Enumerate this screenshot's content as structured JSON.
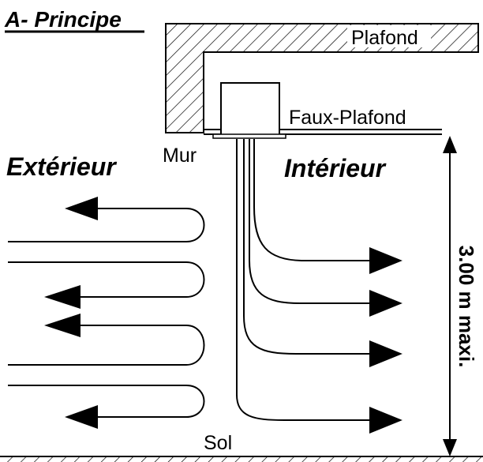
{
  "title": "A- Principe",
  "labels": {
    "ceiling": "Plafond",
    "false_ceiling": "Faux-Plafond",
    "wall": "Mur",
    "outside": "Extérieur",
    "inside": "Intérieur",
    "floor": "Sol",
    "height_dimension": "3.00 m maxi."
  },
  "colors": {
    "stroke": "#000000",
    "background": "#ffffff"
  }
}
